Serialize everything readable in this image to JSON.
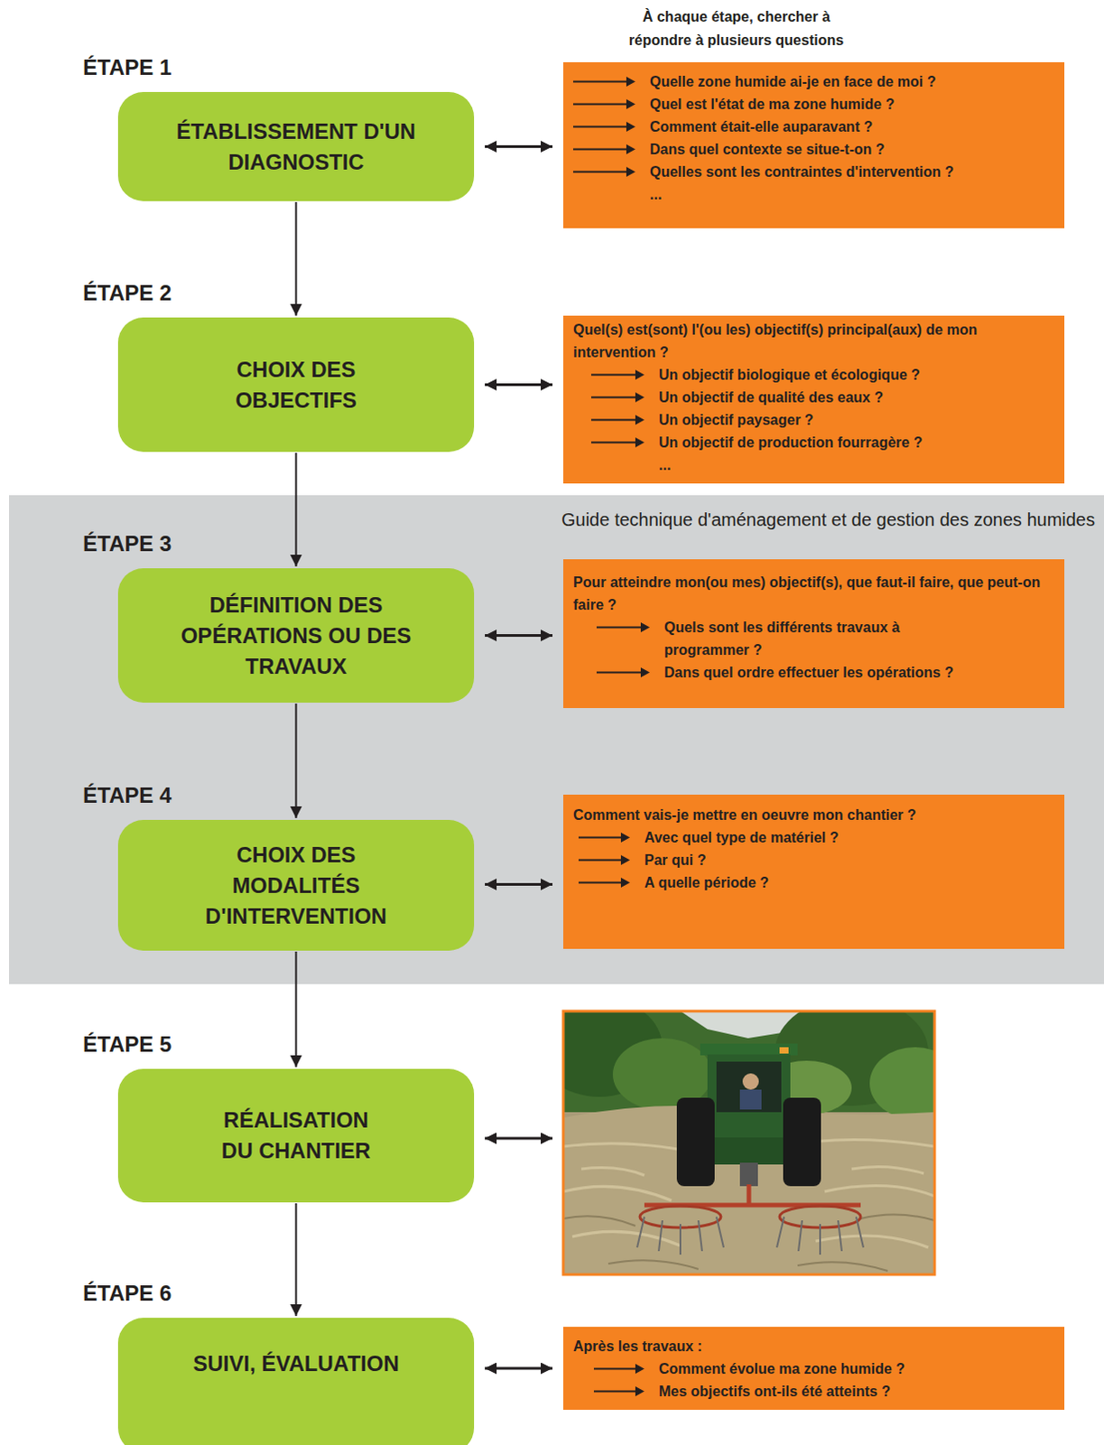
{
  "diagram": {
    "nodes": [
      {
        "text": [
          "ÉTAPE 1",
          "ÉTABLISSEMENT D'UN DIAGNOSTIC"
        ]
      },
      {
        "text": [
          "Quelle zone humide ai-je en face de moi ?",
          "Quel est l'état de ma zone humide ?",
          "Comment était-elle auparavant ?",
          "Dans quel contexte se situe-t-on ?",
          "Quelles sont les contraintes d'intervention ?",
          "..."
        ]
      },
      {
        "text": [
          "ÉTAPE 2",
          "CHOIX DES OBJECTIFS"
        ]
      },
      {
        "text": [
          "Quel(s) est(sont) l'(ou les) objectif(s) principal(aux) de mon intervention ?",
          "Un objectif biologique et écologique ?",
          "Un objectif de qualité des eaux ?",
          "Un objectif paysager ?",
          "Un objectif de production fourragère ?",
          "..."
        ]
      },
      {
        "text": [
          "Guide technique d'aménagement et de gestion des zones humides"
        ]
      },
      {
        "text": [
          "ÉTAPE 3",
          "DÉFINITION DES OPÉRATIONS OU DES TRAVAUX"
        ],
        "in": 4
      },
      {
        "text": [
          "Pour atteindre mon(ou mes) objectif(s), que faut-il faire, que peut-on faire ?",
          "Quels sont les différents travaux à programmer ?",
          "Dans quel ordre effectuer les opérations ?"
        ],
        "in": 4
      },
      {
        "text": [
          "ÉTAPE 4",
          "CHOIX DES MODALITÉS D'INTERVENTION"
        ],
        "in": 4
      },
      {
        "text": [
          "Comment vais-je mettre en oeuvre mon chantier ?",
          "Avec quel type de matériel ?",
          "Par qui ?",
          "A quelle période ?"
        ],
        "in": 4
      },
      {
        "text": [
          "ÉTAPE 5",
          "RÉALISATION DU CHANTIER"
        ]
      },
      {
        "text": [
          "ÉTAPE 6",
          "SUIVI, ÉVALUATION"
        ]
      },
      {
        "text": [
          "Après les travaux :",
          "Comment évolue ma zone humide ?",
          "Mes objectifs ont-ils été atteints ?"
        ]
      }
    ],
    "edges": [
      {
        "from": 0,
        "to": 1,
        "arrow": "both"
      },
      {
        "from": 0,
        "to": 2,
        "arrow": "to"
      },
      {
        "from": 2,
        "to": 3,
        "arrow": "both"
      },
      {
        "from": 2,
        "to": 5,
        "arrow": "to"
      },
      {
        "from": 5,
        "to": 6,
        "arrow": "both"
      },
      {
        "from": 5,
        "to": 7,
        "arrow": "to"
      },
      {
        "from": 7,
        "to": 8,
        "arrow": "both"
      },
      {
        "from": 7,
        "to": 9,
        "arrow": "to"
      },
      {
        "from": 9,
        "to": 10,
        "arrow": "to"
      },
      {
        "from": 10,
        "to": 11,
        "arrow": "both"
      }
    ],
    "labels": [
      "À chaque étape, chercher à répondre à plusieurs questions"
    ]
  }
}
